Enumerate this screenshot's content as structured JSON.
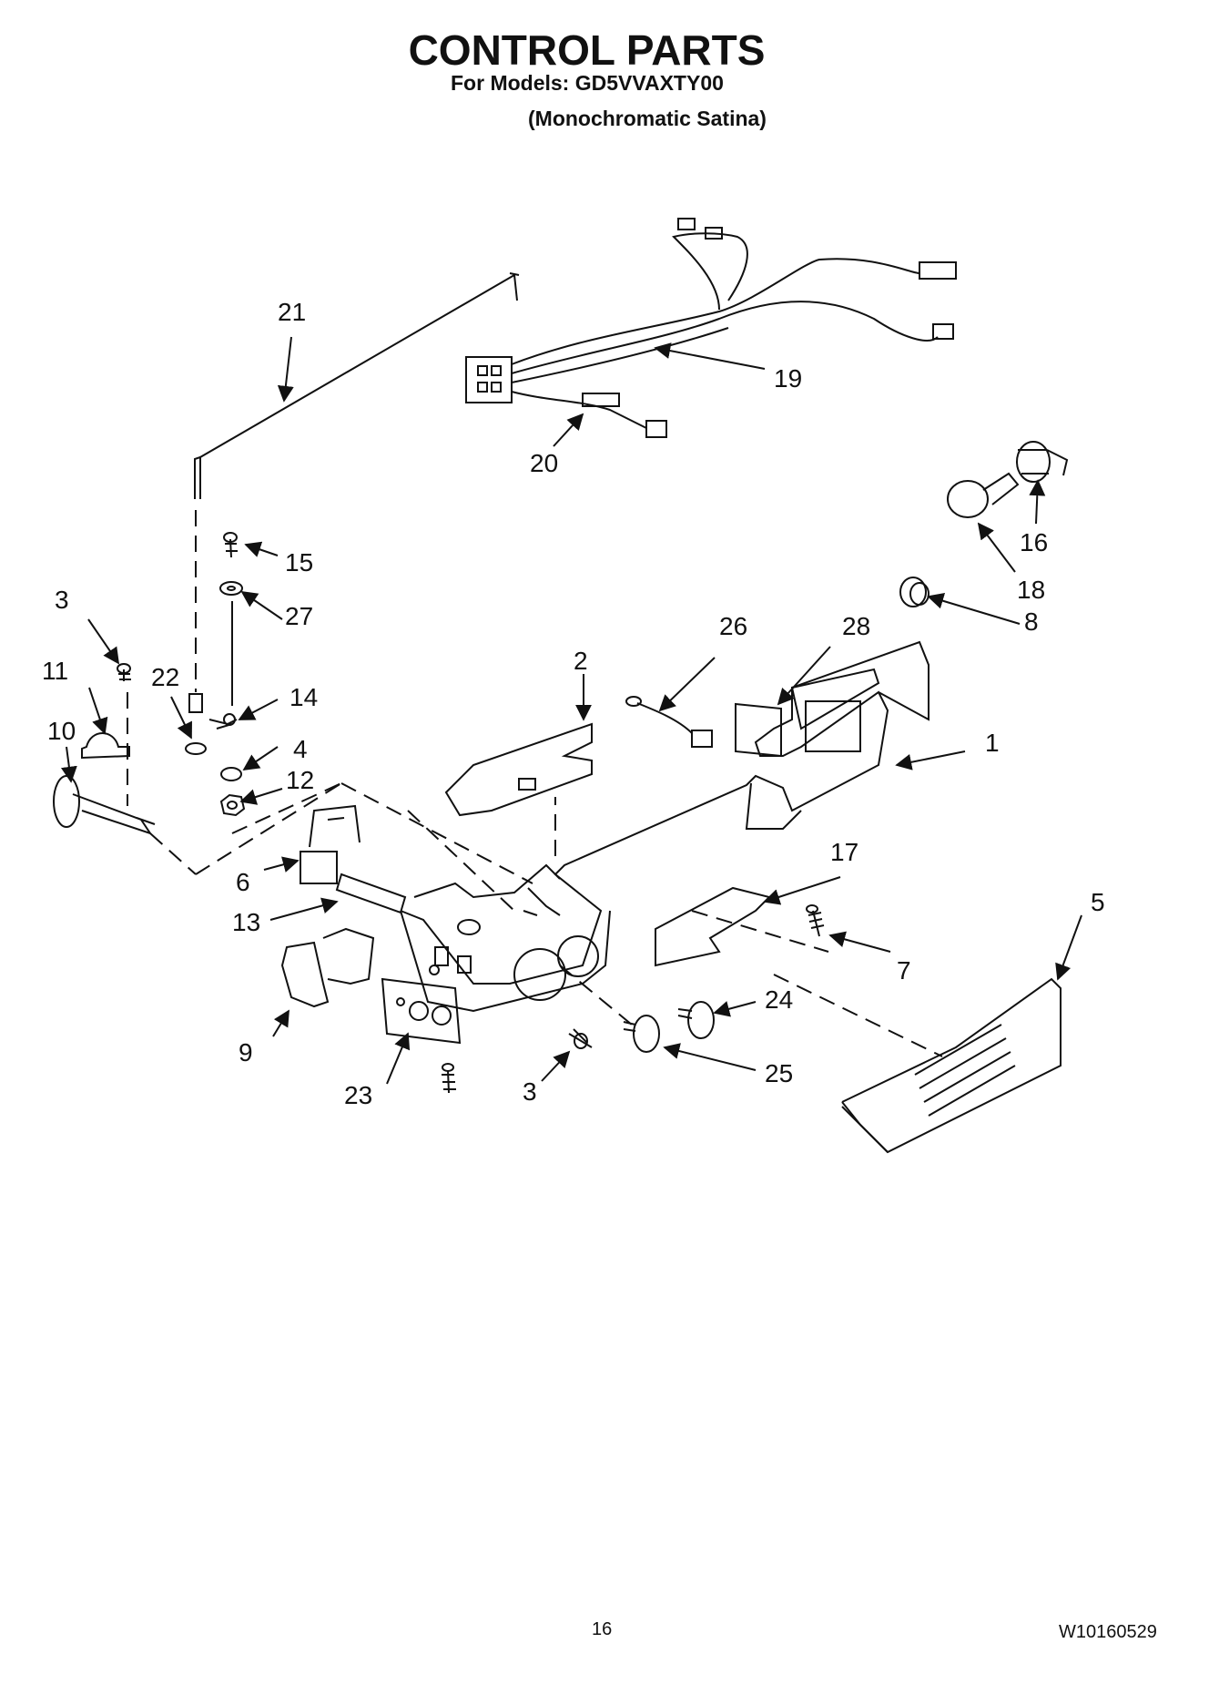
{
  "header": {
    "title": "CONTROL PARTS",
    "models_line": "For Models: GD5VVAXTY00",
    "variant_line": "(Monochromatic Satina)"
  },
  "callouts": [
    "1",
    "2",
    "3",
    "3",
    "4",
    "5",
    "6",
    "7",
    "8",
    "9",
    "10",
    "11",
    "12",
    "13",
    "14",
    "15",
    "16",
    "17",
    "18",
    "19",
    "20",
    "21",
    "22",
    "23",
    "24",
    "25",
    "26",
    "27",
    "28"
  ],
  "footer": {
    "page_number": "16",
    "doc_number": "W10160529"
  }
}
